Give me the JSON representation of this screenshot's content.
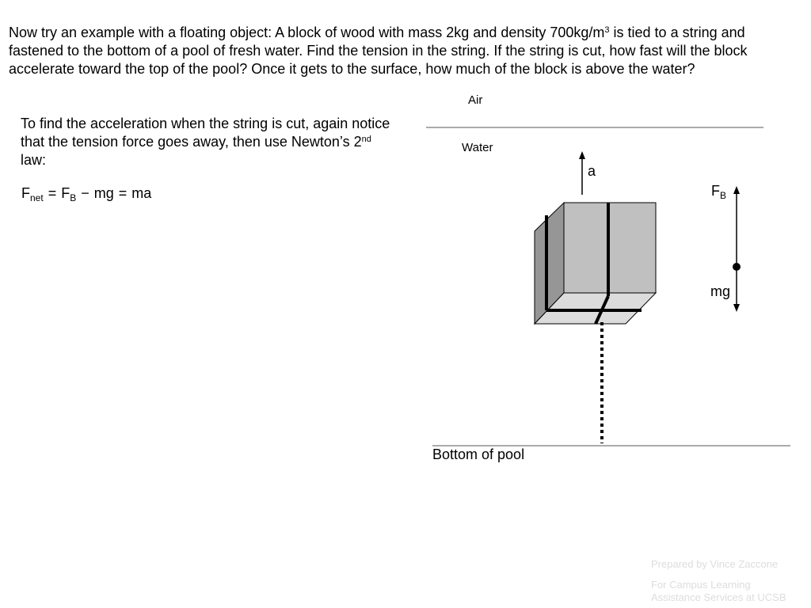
{
  "problem": {
    "text_before_sup": "Now try an example with a floating object:  A block of wood with mass 2kg and density 700kg/m",
    "sup": "3",
    "text_after_sup": " is tied to a string and fastened to the bottom of a pool of fresh water.  Find the tension in the string.  If the string is cut, how fast will the block accelerate toward the top of the pool?  Once it gets to the surface, how much of the block is above the water?"
  },
  "explanation": {
    "text_before_sup": "To find the acceleration when the string is cut, again notice that the tension force goes away, then use Newton’s 2",
    "sup": "nd",
    "text_after_sup": " law:"
  },
  "equation": {
    "fnet_base": "F",
    "fnet_sub": "net",
    "eq1": "=",
    "fb_base": "F",
    "fb_sub": "B",
    "minus": "−",
    "mg": "mg",
    "eq2": "=",
    "ma": "ma"
  },
  "diagram": {
    "air_label": "Air",
    "water_label": "Water",
    "acceleration_label": "a",
    "buoyant_force_base": "F",
    "buoyant_force_sub": "B",
    "weight_label": "mg",
    "bottom_label": "Bottom of pool",
    "colors": {
      "block_front": "#c0c0c0",
      "block_side": "#969696",
      "block_top": "#dcdcdc",
      "line": "#000000"
    }
  },
  "footer": {
    "line1": "Prepared by Vince Zaccone",
    "line2": "For Campus Learning",
    "line3": "Assistance Services at UCSB"
  }
}
